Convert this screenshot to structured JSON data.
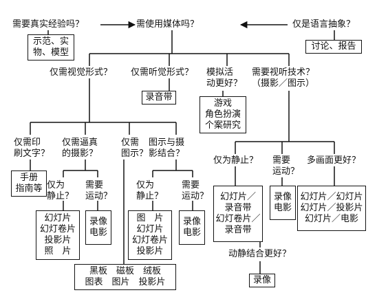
{
  "questions": {
    "need_real_experience": "需要真实经验吗？",
    "need_media": "需使用媒体吗？",
    "only_abstract_language": "仅是语言抽象？",
    "only_visual": "仅需视觉形式？",
    "only_audio": "仅需听觉形式？",
    "simulation_better": "模拟活\n动更好？",
    "need_av_tech": "需要视听技术？\n（摄影／图示）",
    "only_print_text": "仅需印\n刷文字？",
    "only_realistic_photo": "仅需逼真\n的摄影？",
    "only_diagram": "仅需\n图示？",
    "diagram_photo_combo": "图示与摄\n影结合？",
    "only_still_a": "仅为\n静止？",
    "need_motion_a": "需要\n运动？",
    "only_still_b": "仅为\n静止？",
    "need_motion_b": "需要\n运动？",
    "only_still_c": "仅为静止？",
    "need_motion_c": "需要\n运动？",
    "multi_screen_better": "多画面更好？",
    "motion_still_combo": "动静结合更好？"
  },
  "boxes": {
    "demo_objects": "示范、实\n物、模型",
    "discussion_report": "讨论、报告",
    "tape": "录音带",
    "games_roleplay": "游戏\n角色扮演\n个案研究",
    "manuals": "手册\n指南等",
    "slides_group_a": "幻灯片\n幻灯卷片\n投影片\n照　片",
    "video_film_a": "录像\n电影",
    "pictures_group": "图　片\n幻灯片\n幻灯卷片\n投影片",
    "video_film_b": "录像\n电影",
    "boards": "黑板　磁板　绒板\n图表　图片　投影片",
    "slides_tape": "幻灯片／\n录音带\n幻灯卷片／\n录音带",
    "video_film_c": "录像\n电影",
    "multi_slides": "幻灯片／幻灯片\n幻灯片／投影片\n幻灯片／电影",
    "video": "录像"
  }
}
